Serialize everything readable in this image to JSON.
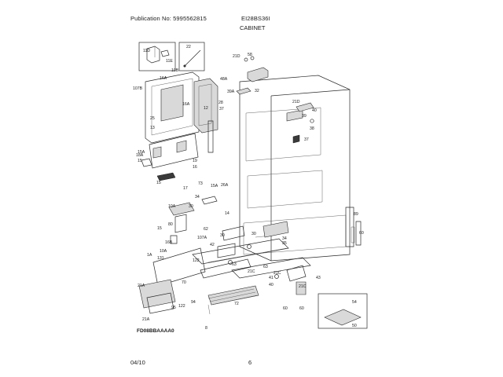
{
  "header": {
    "publication": "Publication No: 5995562815",
    "model": "EI28BS36I",
    "title": "CABINET"
  },
  "footer": {
    "date": "04/10",
    "page": "6"
  },
  "figure_code": "FD08BBAAAA0",
  "callouts": [
    "11D",
    "11E",
    "22",
    "10B",
    "16A",
    "107B",
    "12",
    "16A",
    "25",
    "13",
    "28",
    "37",
    "21D",
    "58",
    "48A",
    "39A",
    "32",
    "21D",
    "40",
    "39",
    "38",
    "37",
    "15A",
    "18A",
    "15",
    "19",
    "16",
    "15",
    "17",
    "73",
    "15A",
    "26A",
    "34",
    "30",
    "14",
    "10A",
    "80",
    "107A",
    "62",
    "15",
    "16B",
    "10A",
    "1A",
    "131",
    "122",
    "30",
    "42",
    "63",
    "21C",
    "35",
    "34",
    "30",
    "63",
    "89",
    "60",
    "21C",
    "43",
    "21A",
    "41",
    "40",
    "60",
    "21C",
    "70",
    "94",
    "122",
    "72",
    "95",
    "60",
    "54",
    "50",
    "21A",
    "8"
  ]
}
